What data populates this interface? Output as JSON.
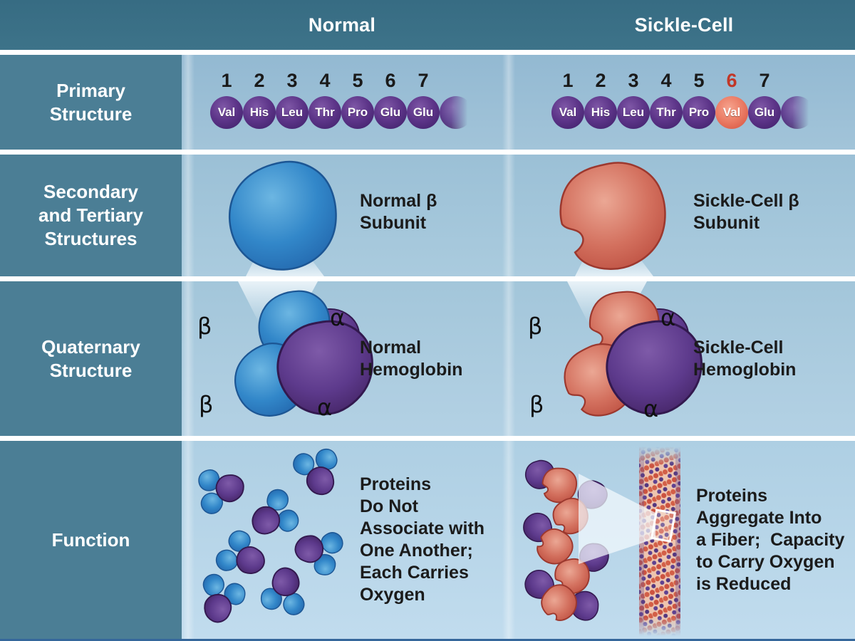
{
  "header": {
    "normal": "Normal",
    "sickle": "Sickle-Cell"
  },
  "sidebar": {
    "primary": "Primary\nStructure",
    "secondary": "Secondary\nand Tertiary\nStructures",
    "quaternary": "Quaternary\nStructure",
    "function": "Function"
  },
  "primary": {
    "normal": {
      "numbers": [
        "1",
        "2",
        "3",
        "4",
        "5",
        "6",
        "7"
      ],
      "residues": [
        "Val",
        "His",
        "Leu",
        "Thr",
        "Pro",
        "Glu",
        "Glu"
      ]
    },
    "sickle": {
      "numbers": [
        "1",
        "2",
        "3",
        "4",
        "5",
        "6",
        "7"
      ],
      "residues": [
        "Val",
        "His",
        "Leu",
        "Thr",
        "Pro",
        "Val",
        "Glu"
      ],
      "mutated_position": "6",
      "mutated_residue": "Val"
    }
  },
  "secondary": {
    "normal_label": "Normal β\nSubunit",
    "sickle_label": "Sickle-Cell β\nSubunit"
  },
  "quaternary": {
    "normal_label": "Normal\nHemoglobin",
    "sickle_label": "Sickle-Cell\nHemoglobin",
    "beta": "β",
    "alpha": "α"
  },
  "function": {
    "normal_label": "Proteins\nDo Not\nAssociate with\nOne Another;\nEach Carries\nOxygen",
    "sickle_label": "Proteins\nAggregate Into\na Fiber;  Capacity\nto Carry Oxygen\nis Reduced"
  },
  "colors": {
    "header_teal": "#3b7187",
    "label_teal": "#4b7e95",
    "content_blue_top": "#93b9d2",
    "content_blue_bottom": "#c1dcee",
    "divider_white": "#ffffff",
    "bottom_strip": "#35679b",
    "normal_blue": "#2e7fc2",
    "sickle_red": "#cc5644",
    "alpha_purple": "#5c3488",
    "residue_purple": "#4f2b7d",
    "mutation_red": "#e2604a",
    "mutation_number_red": "#c13727",
    "text_dark": "#1b1b1b"
  }
}
